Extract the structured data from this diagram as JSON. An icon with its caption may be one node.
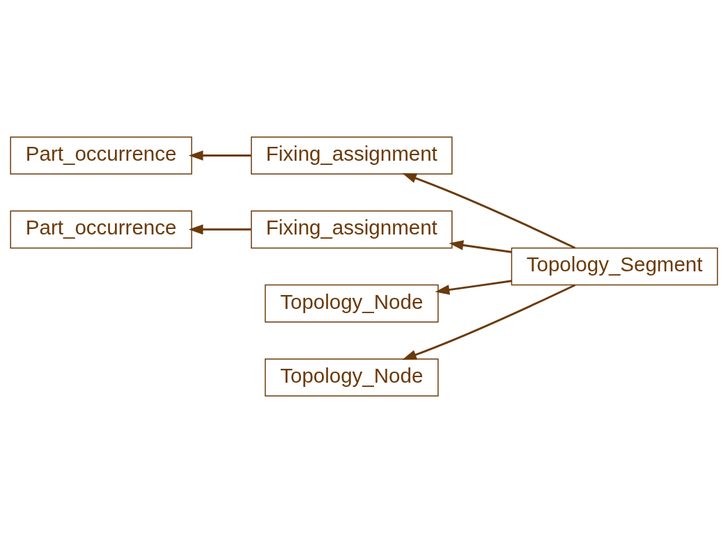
{
  "diagram": {
    "nodes": [
      {
        "text": [
          "Part_occurrence"
        ]
      },
      {
        "text": [
          "Fixing_assignment"
        ]
      },
      {
        "text": [
          "Fixing_assignment"
        ]
      },
      {
        "text": [
          "Part_occurrence"
        ]
      },
      {
        "text": [
          "Topology_Node"
        ]
      },
      {
        "text": [
          "Topology_Segment"
        ]
      },
      {
        "text": [
          "Topology_Node"
        ]
      }
    ],
    "edges": [
      {
        "from": 1,
        "to": 0,
        "arrow": "to"
      },
      {
        "from": 5,
        "to": 1,
        "arrow": "to"
      },
      {
        "from": 5,
        "to": 2,
        "arrow": "to"
      },
      {
        "from": 2,
        "to": 3,
        "arrow": "to"
      },
      {
        "from": 5,
        "to": 4,
        "arrow": "to"
      },
      {
        "from": 5,
        "to": 6,
        "arrow": "to"
      }
    ]
  }
}
